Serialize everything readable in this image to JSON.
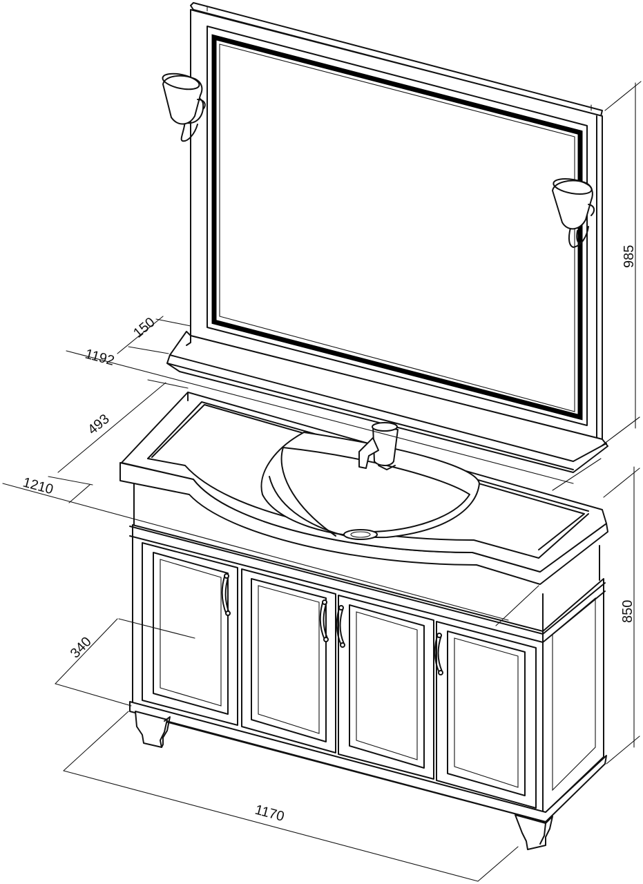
{
  "dimensions": {
    "mirror_height": "985",
    "cabinet_height": "850",
    "shelf_depth": "150",
    "mirror_width": "1192",
    "top_depth": "493",
    "top_width": "1210",
    "cabinet_depth": "340",
    "cabinet_width": "1170"
  },
  "colors": {
    "line": "#111111",
    "background": "#ffffff"
  }
}
